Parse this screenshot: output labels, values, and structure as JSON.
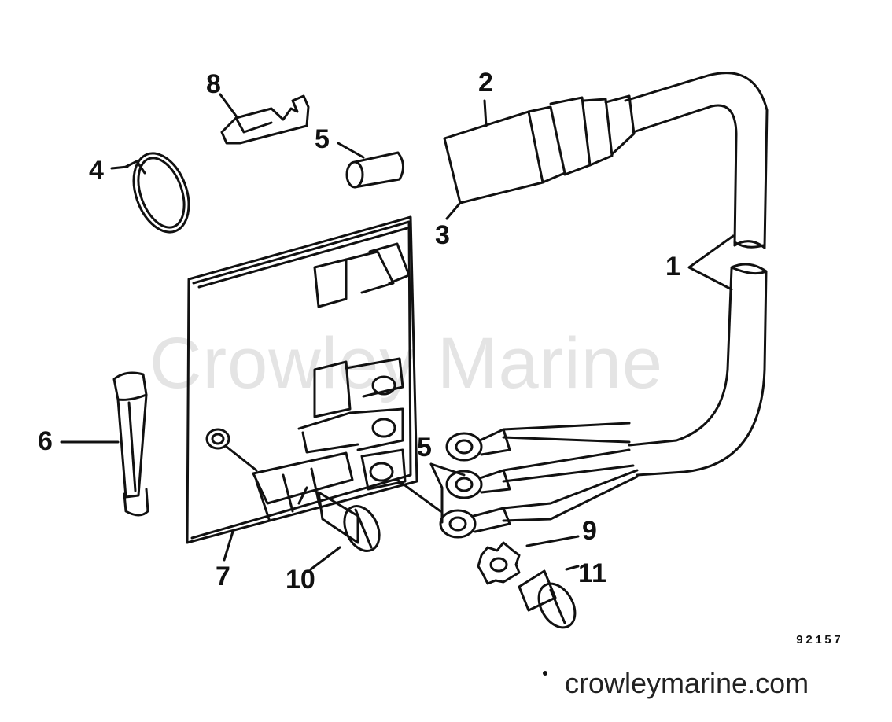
{
  "watermark": "Crowley Marine",
  "drawing_number": "92157",
  "site_url": "crowleymarine.com",
  "callouts": {
    "c1": "1",
    "c2": "2",
    "c3": "3",
    "c4": "4",
    "c5a": "5",
    "c5b": "5",
    "c6": "6",
    "c7": "7",
    "c8": "8",
    "c9": "9",
    "c10": "10",
    "c11": "11"
  }
}
